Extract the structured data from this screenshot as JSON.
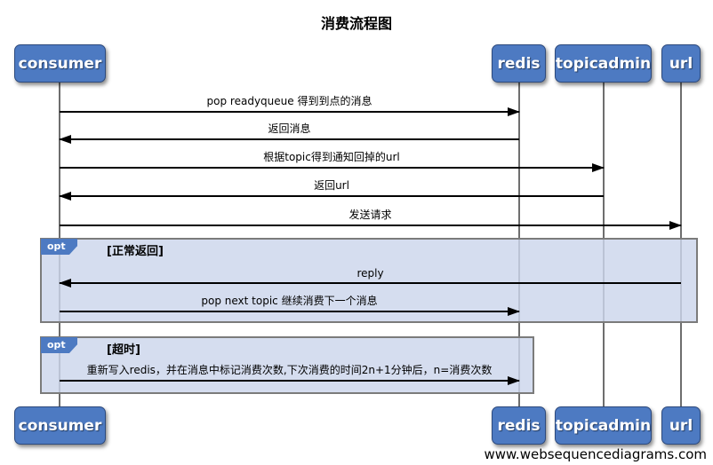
{
  "title": "消费流程图",
  "watermark": "www.websequencediagrams.com",
  "actors": [
    {
      "name": "consumer"
    },
    {
      "name": "redis"
    },
    {
      "name": "topicadmin"
    },
    {
      "name": "url"
    }
  ],
  "messages": [
    {
      "label": "pop readyqueue 得到到点的消息",
      "from": "consumer",
      "to": "redis",
      "direction": "right"
    },
    {
      "label": "返回消息",
      "from": "redis",
      "to": "consumer",
      "direction": "left"
    },
    {
      "label": "根据topic得到通知回掉的url",
      "from": "consumer",
      "to": "topicadmin",
      "direction": "right"
    },
    {
      "label": "返回url",
      "from": "topicadmin",
      "to": "consumer",
      "direction": "left"
    },
    {
      "label": "发送请求",
      "from": "consumer",
      "to": "url",
      "direction": "right"
    },
    {
      "label": "reply",
      "from": "url",
      "to": "consumer",
      "direction": "left"
    },
    {
      "label": "pop next topic 继续消费下一个消息",
      "from": "consumer",
      "to": "redis",
      "direction": "right"
    },
    {
      "label": "重新写入redis，并在消息中标记消费次数,下次消费的时间2n+1分钟后，n=消费次数",
      "from": "consumer",
      "to": "redis",
      "direction": "right"
    }
  ],
  "fragments": [
    {
      "operator": "opt",
      "condition": "[正常返回]"
    },
    {
      "operator": "opt",
      "condition": "[超时]"
    }
  ],
  "colors": {
    "actor_fill": "#4d7ac2",
    "actor_border": "#2d4a7d",
    "fragment_fill": "#ccd6ec",
    "fragment_border": "#7b7b7b",
    "lifeline": "#6e6e6e",
    "arrow": "#000000",
    "background": "#ffffff"
  }
}
